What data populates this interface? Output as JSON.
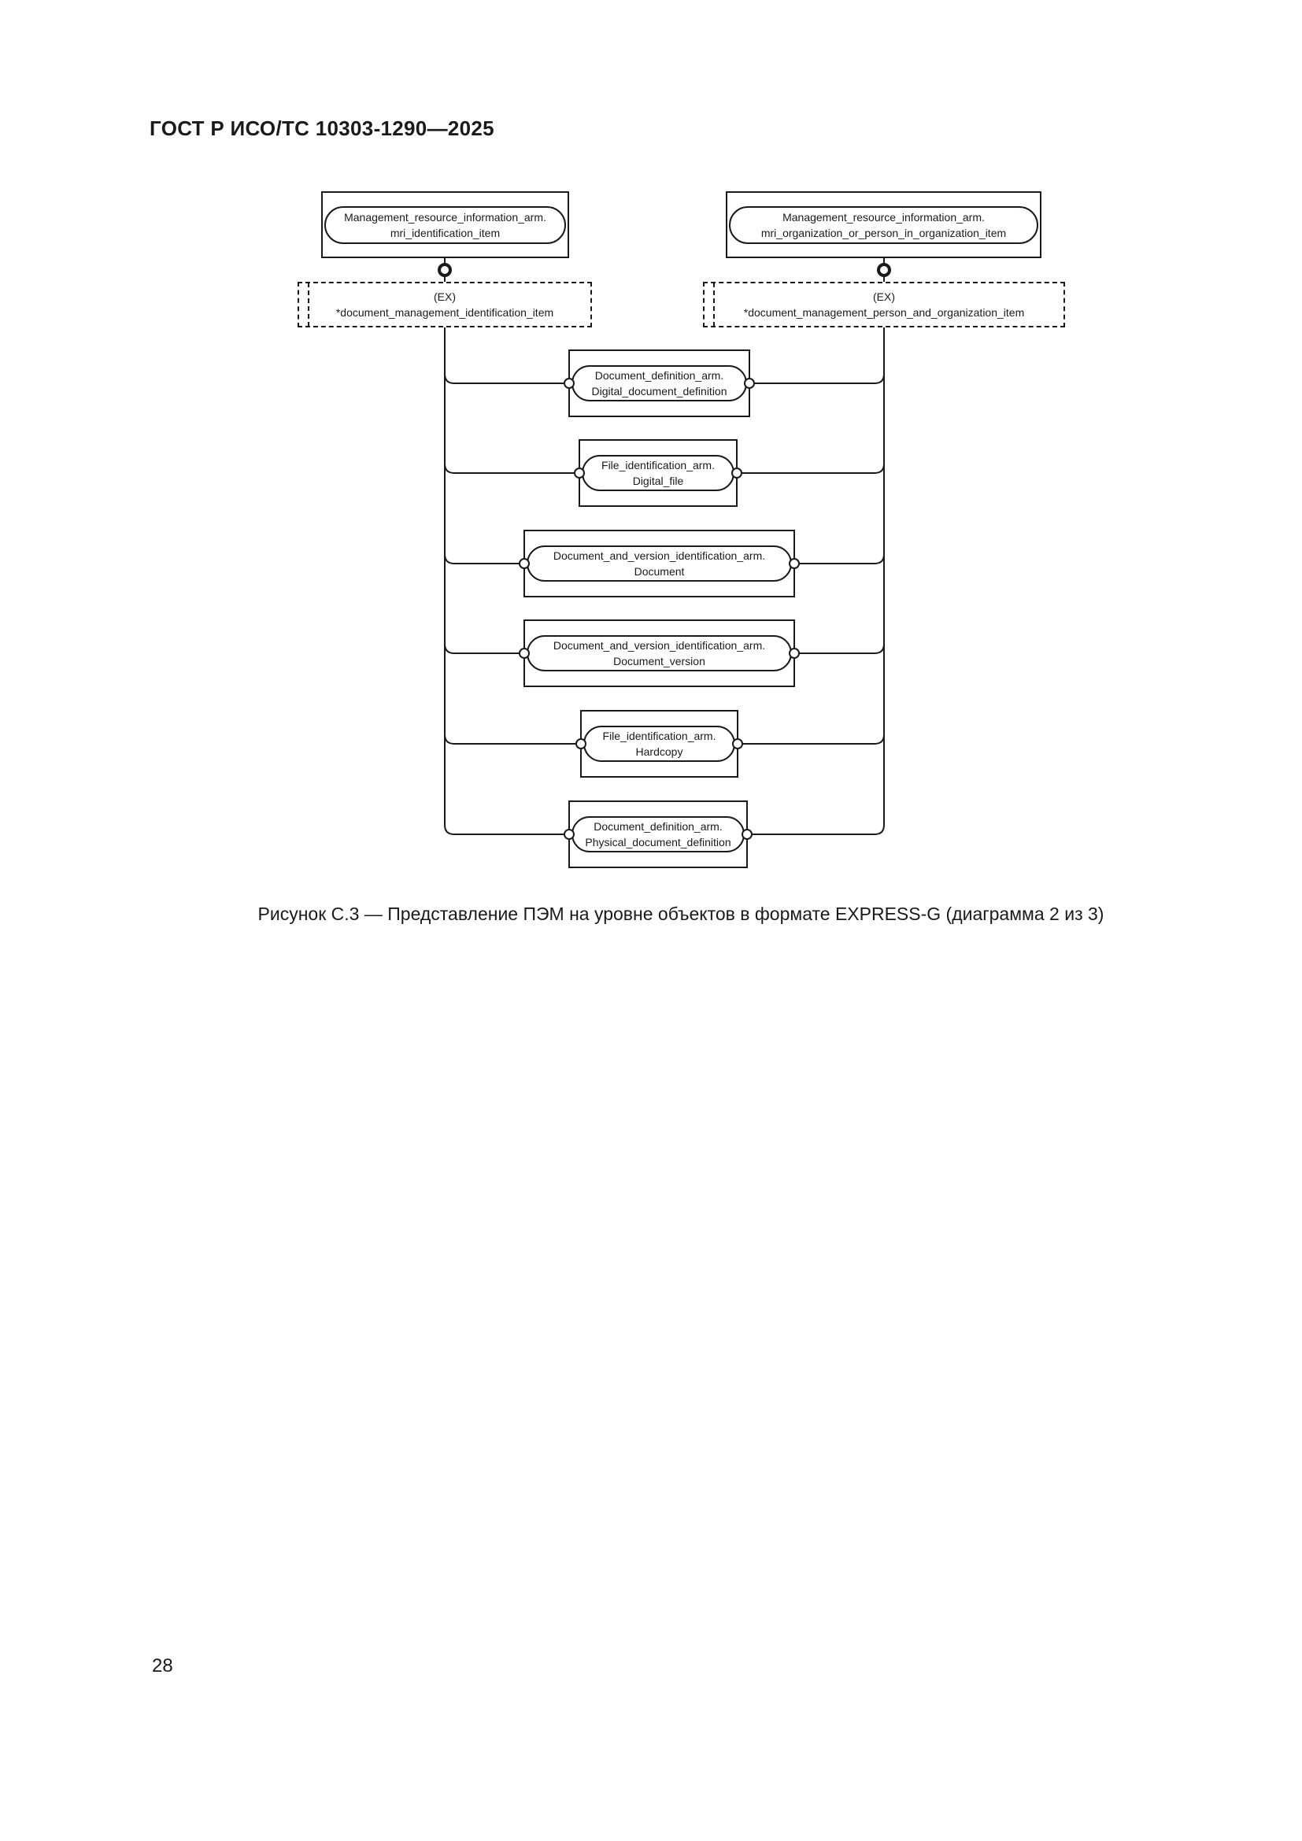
{
  "page": {
    "header": "ГОСТ Р ИСО/ТС 10303-1290—2025",
    "caption": "Рисунок С.3 — Представление ПЭМ на уровне объектов в формате EXPRESS-G (диаграмма 2 из 3)",
    "page_number": "28"
  },
  "diagram": {
    "line_color": "#1a1a1a",
    "top_entities": [
      {
        "schema": "Management_resource_information_arm.",
        "name": "mri_identification_item"
      },
      {
        "schema": "Management_resource_information_arm.",
        "name": "mri_organization_or_person_in_organization_item"
      }
    ],
    "select_types": [
      {
        "tag": "(EX)",
        "name": "*document_management_identification_item"
      },
      {
        "tag": "(EX)",
        "name": "*document_management_person_and_organization_item"
      }
    ],
    "entities": [
      {
        "schema": "Document_definition_arm.",
        "name": "Digital_document_definition"
      },
      {
        "schema": "File_identification_arm.",
        "name": "Digital_file"
      },
      {
        "schema": "Document_and_version_identification_arm.",
        "name": "Document"
      },
      {
        "schema": "Document_and_version_identification_arm.",
        "name": "Document_version"
      },
      {
        "schema": "File_identification_arm.",
        "name": "Hardcopy"
      },
      {
        "schema": "Document_definition_arm.",
        "name": "Physical_document_definition"
      }
    ]
  }
}
